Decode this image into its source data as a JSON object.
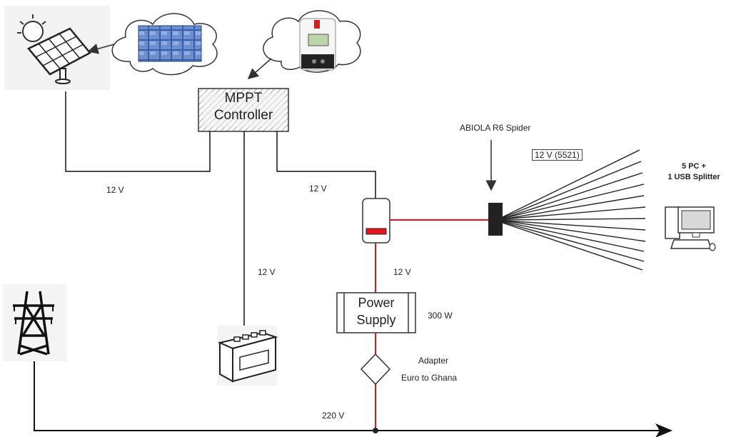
{
  "controller": {
    "line1": "MPPT",
    "line2": "Controller"
  },
  "power_supply": {
    "line1": "Power",
    "line2": "Supply"
  },
  "labels": {
    "panel_voltage": "12 V",
    "controller_out_voltage": "12 V",
    "battery_voltage": "12 V",
    "supply_voltage": "12 V",
    "mains_voltage": "220 V",
    "supply_power": "300 W",
    "adapter_line1": "Adapter",
    "adapter_line2": "Euro to Ghana",
    "spider_name": "ABIOLA R6 Spider",
    "spider_connector": "12 V (5521)",
    "load_line1": "5 PC +",
    "load_line2": "1 USB Splitter"
  },
  "colors": {
    "power_line": "#e8141b",
    "dc_line": "#111111",
    "hatch": "#777777"
  },
  "icons": [
    "solar-panel-icon",
    "pylon-icon",
    "battery-icon",
    "computer-icon"
  ]
}
